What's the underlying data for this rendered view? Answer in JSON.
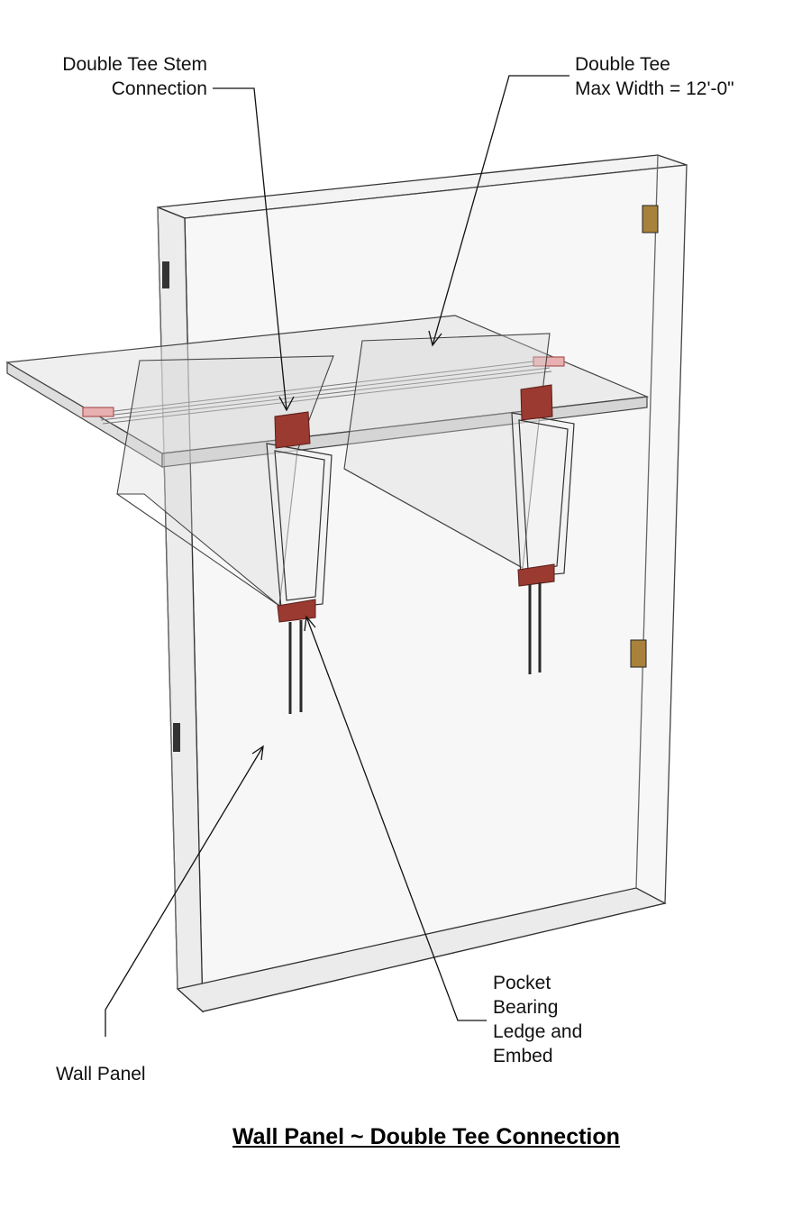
{
  "diagram": {
    "title": "Wall Panel ~ Double Tee Connection",
    "labels": {
      "stem_connection": {
        "line1": "Double Tee Stem",
        "line2": "Connection"
      },
      "double_tee": {
        "line1": "Double Tee",
        "line2": "Max Width = 12'-0\""
      },
      "wall_panel": "Wall Panel",
      "pocket_bearing": {
        "line1": "Pocket",
        "line2": "Bearing",
        "line3": "Ledge and",
        "line4": "Embed"
      }
    },
    "colors": {
      "embed_plate": "#9a3a30",
      "connector": "#a8823a",
      "strand": "#777777",
      "outline": "#333333"
    }
  }
}
